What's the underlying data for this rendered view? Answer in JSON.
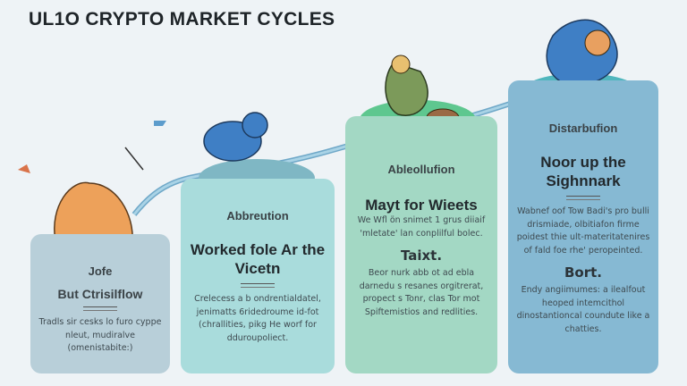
{
  "title": "UL1O CRYPTO MARKET CYCLES",
  "cards": [
    {
      "label": "Jofe",
      "heading": "But Ctrisilflow",
      "body": "Tradls sir cesks lo furo cyppe nleut, mudiralve (omenistabite:)"
    },
    {
      "label": "Abbreution",
      "heading": "Worked fole Ar the Vicetn",
      "body": "Crelecess a b ondrentialdatel, jenimatts 6ridedroume id-fot (chrallities, pikg He worf for dduroupoliect."
    },
    {
      "label": "Ableollufion",
      "heading": "Mayt for Wieets",
      "body": "We Wfl ön snimet 1 grus diiaif 'mletate' lan conplilful bolec.",
      "subheading": "Taixt.",
      "body2": "Beor nurk abb ot ad ebla darnedu s resanes orgitrerat, propect s Tonr, clas Tor mot Spiftemistios and redlities."
    },
    {
      "label": "Distarbufion",
      "heading": "Noor up the Sighnnark",
      "body": "Wabnef oof Tow Badi's pro bulli drismiade, olbitiafon firme poidest thie ult-materitatenires of fald foe rhe' peropeinted.",
      "subheading": "Bort.",
      "body2": "Endy angiimumes: a ilealfout heoped intemcithol dinostantioncal coundute like a chatties."
    }
  ],
  "colors": {
    "card1": "#b8cfd9",
    "card2": "#a9dcdc",
    "card3": "#a3d8c4",
    "card4": "#86b9d3"
  }
}
